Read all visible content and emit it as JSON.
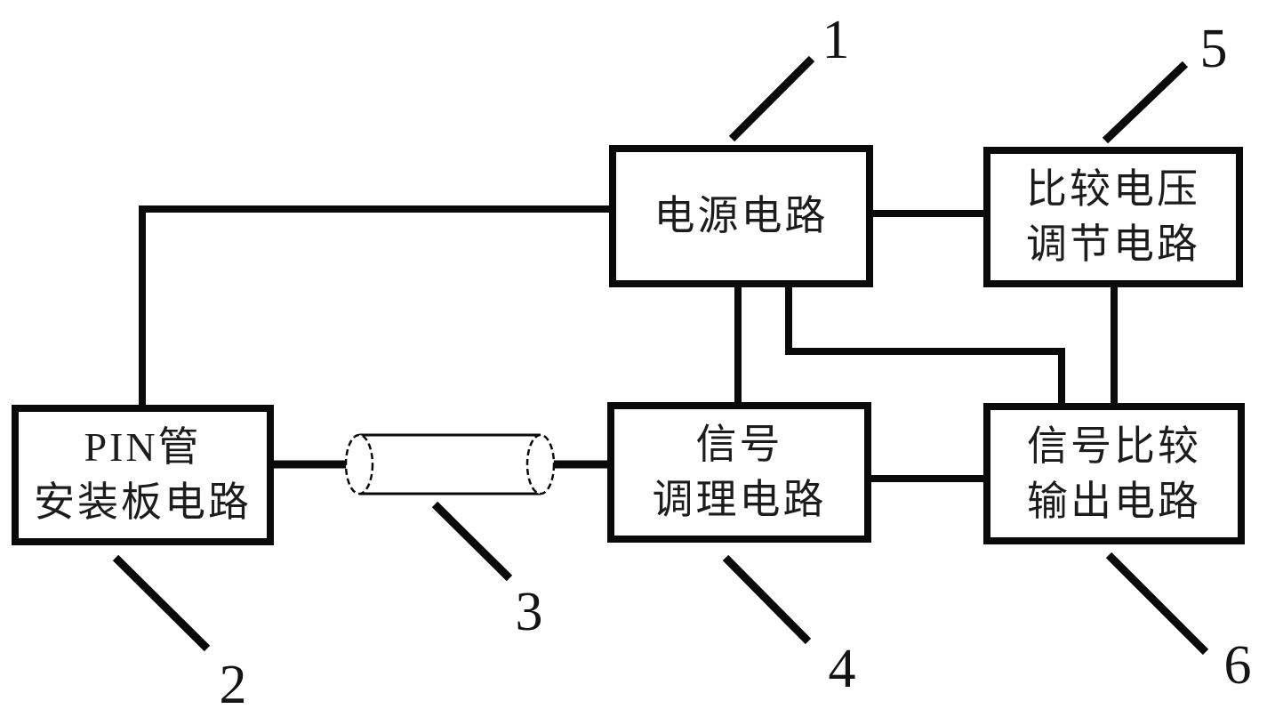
{
  "colors": {
    "background": "#ffffff",
    "line": "#0a0a0a",
    "text": "#1c1c1c"
  },
  "blocks": {
    "power": {
      "ref": "1",
      "line1": "电源电路"
    },
    "pin_board": {
      "ref": "2",
      "line1": "PIN管",
      "line2": "安装板电路"
    },
    "cable": {
      "ref": "3"
    },
    "signal_conditioning": {
      "ref": "4",
      "line1": "信号",
      "line2": "调理电路"
    },
    "compare_voltage": {
      "ref": "5",
      "line1": "比较电压",
      "line2": "调节电路"
    },
    "signal_compare_output": {
      "ref": "6",
      "line1": "信号比较",
      "line2": "输出电路"
    }
  }
}
